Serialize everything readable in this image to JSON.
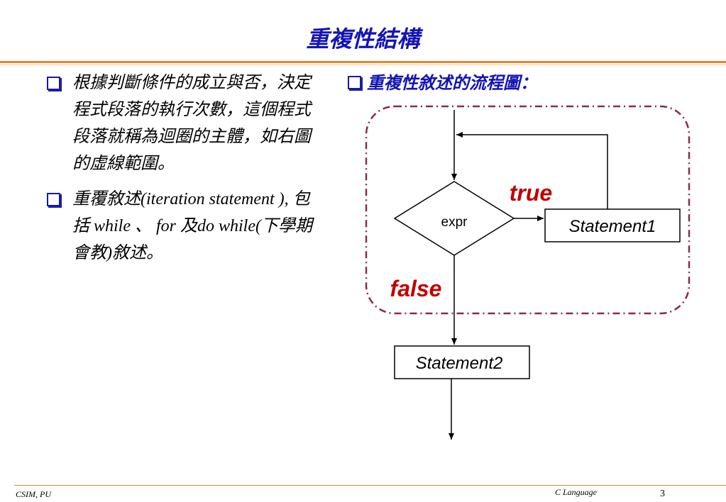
{
  "slide": {
    "title": "重複性結構",
    "bullets": [
      "根據判斷條件的成立與否，決定程式段落的執行次數，這個程式段落就稱為迴圈的主體，如右圖的虛線範圍。",
      "重覆敘述(iteration statement ), 包括 while 、 for 及do while(下學期會教)敘述。"
    ],
    "right_heading": "重複性敘述的流程圖："
  },
  "diagram": {
    "decision": "expr",
    "true_label": "true",
    "false_label": "false",
    "statement1": "Statement1",
    "statement2": "Statement2"
  },
  "colors": {
    "title": "#1414b4",
    "accent_rule": "#e8852a",
    "label_red": "#c00000",
    "loop_border": "#8b2a4a"
  },
  "footer": {
    "left": "CSIM, PU",
    "center": "C Language",
    "page": "3"
  }
}
